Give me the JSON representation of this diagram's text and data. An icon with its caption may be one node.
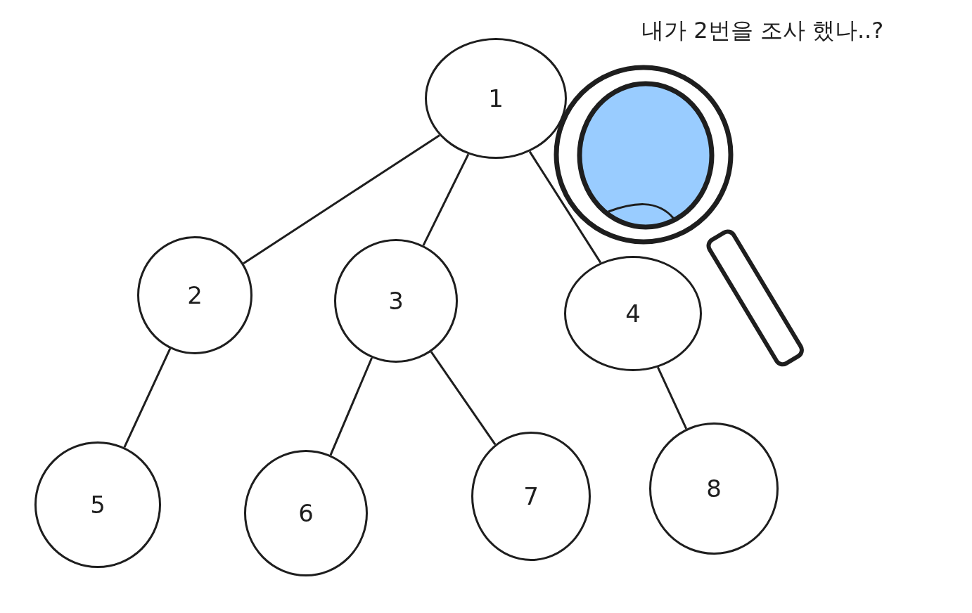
{
  "diagram": {
    "nodes": [
      {
        "text": [
          "1"
        ]
      },
      {
        "text": [
          "2"
        ]
      },
      {
        "text": [
          "3"
        ]
      },
      {
        "text": [
          "4"
        ]
      },
      {
        "text": [
          "5"
        ]
      },
      {
        "text": [
          "6"
        ]
      },
      {
        "text": [
          "7"
        ]
      },
      {
        "text": [
          "8"
        ]
      }
    ],
    "edges": [
      {
        "from": 0,
        "to": 1,
        "arrow": "none"
      },
      {
        "from": 0,
        "to": 2,
        "arrow": "none"
      },
      {
        "from": 0,
        "to": 3,
        "arrow": "none"
      },
      {
        "from": 1,
        "to": 4,
        "arrow": "none"
      },
      {
        "from": 2,
        "to": 5,
        "arrow": "none"
      },
      {
        "from": 2,
        "to": 6,
        "arrow": "none"
      },
      {
        "from": 3,
        "to": 7,
        "arrow": "none"
      }
    ],
    "labels": [
      "내가 2번을 조사 했나..?"
    ]
  }
}
